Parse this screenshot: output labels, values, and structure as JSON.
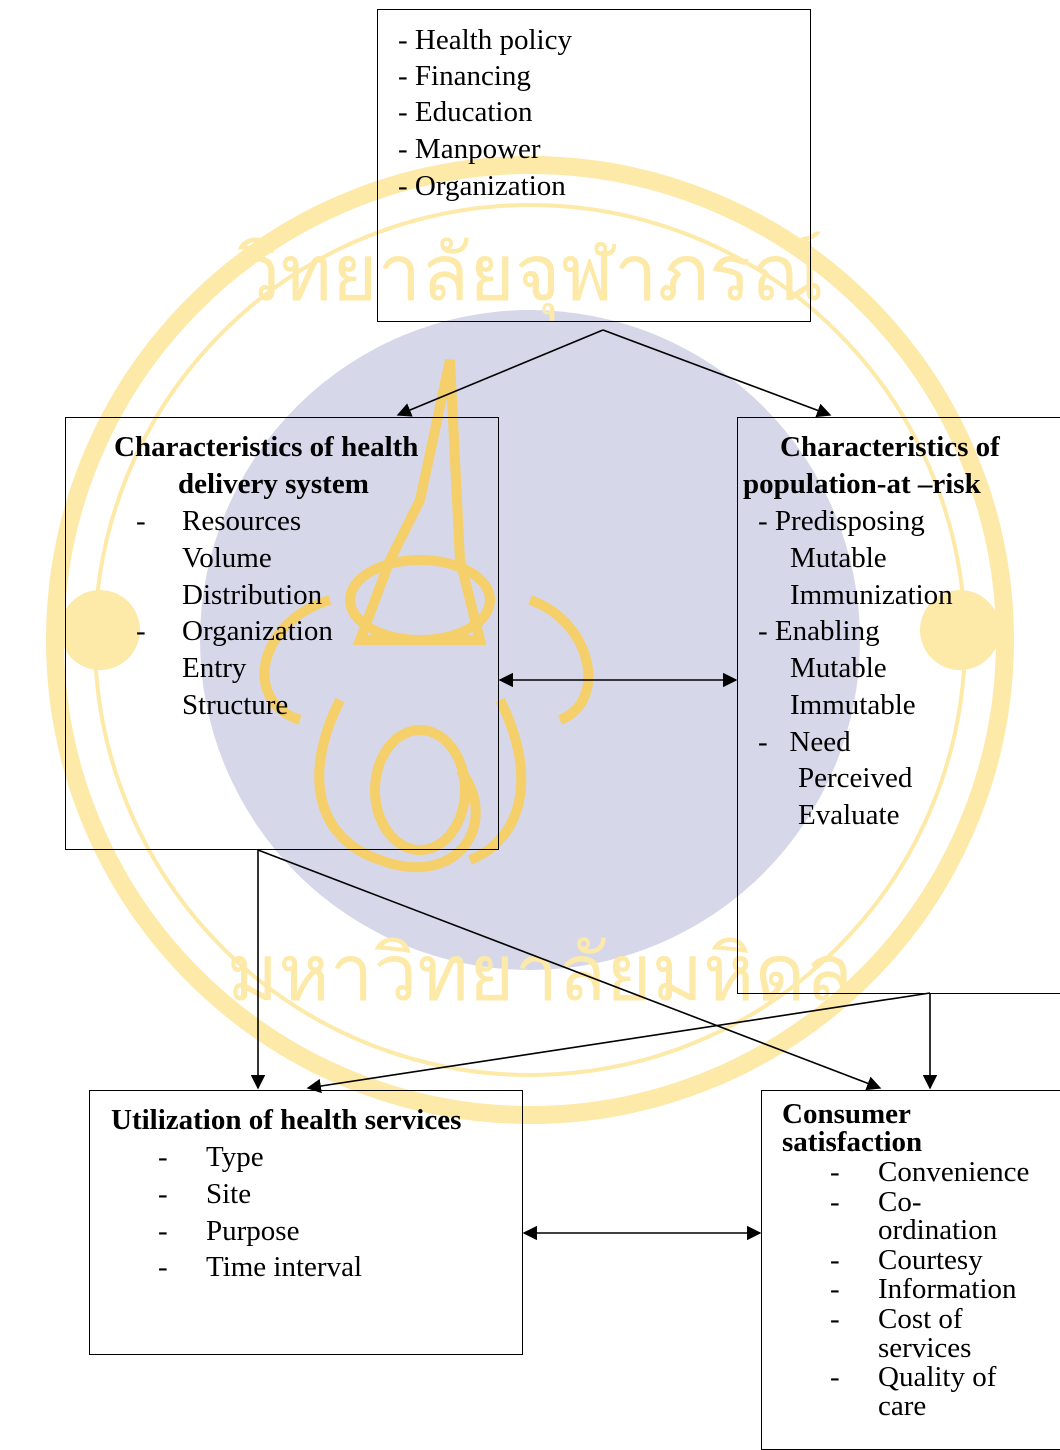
{
  "watermark": {
    "top_text": "วิทยาลัยจุฬาภรณ์",
    "bottom_text": "มหาวิทยาลัยมหิดล",
    "colors": {
      "ring": "#fde9a8",
      "circle": "#d6d8ea",
      "crest": "#f4cf6a"
    }
  },
  "policy": {
    "items": [
      "- Health policy",
      "- Financing",
      "- Education",
      "- Manpower",
      "- Organization"
    ]
  },
  "delivery": {
    "title1": "Characteristics of health",
    "title2": "delivery system",
    "dash": "-",
    "items": [
      "Resources",
      "Volume",
      "Distribution",
      "Organization",
      "Entry",
      "Structure"
    ]
  },
  "population": {
    "title1": "Characteristics of",
    "title2": "population-at –risk",
    "items": [
      "- Predisposing",
      "Mutable",
      "Immunization",
      "- Enabling",
      "Mutable",
      "Immutable",
      "-   Need",
      "Perceived",
      "Evaluate"
    ]
  },
  "utilization": {
    "title": "Utilization of health services",
    "dash": "-",
    "items": [
      "Type",
      "Site",
      "Purpose",
      "Time interval"
    ]
  },
  "satisfaction": {
    "title1": "Consumer",
    "title2": "satisfaction",
    "dash": "-",
    "items": [
      "Convenience",
      "Co-",
      "ordination",
      "Courtesy",
      "Information",
      "Cost of",
      "services",
      "Quality of",
      "care"
    ]
  }
}
